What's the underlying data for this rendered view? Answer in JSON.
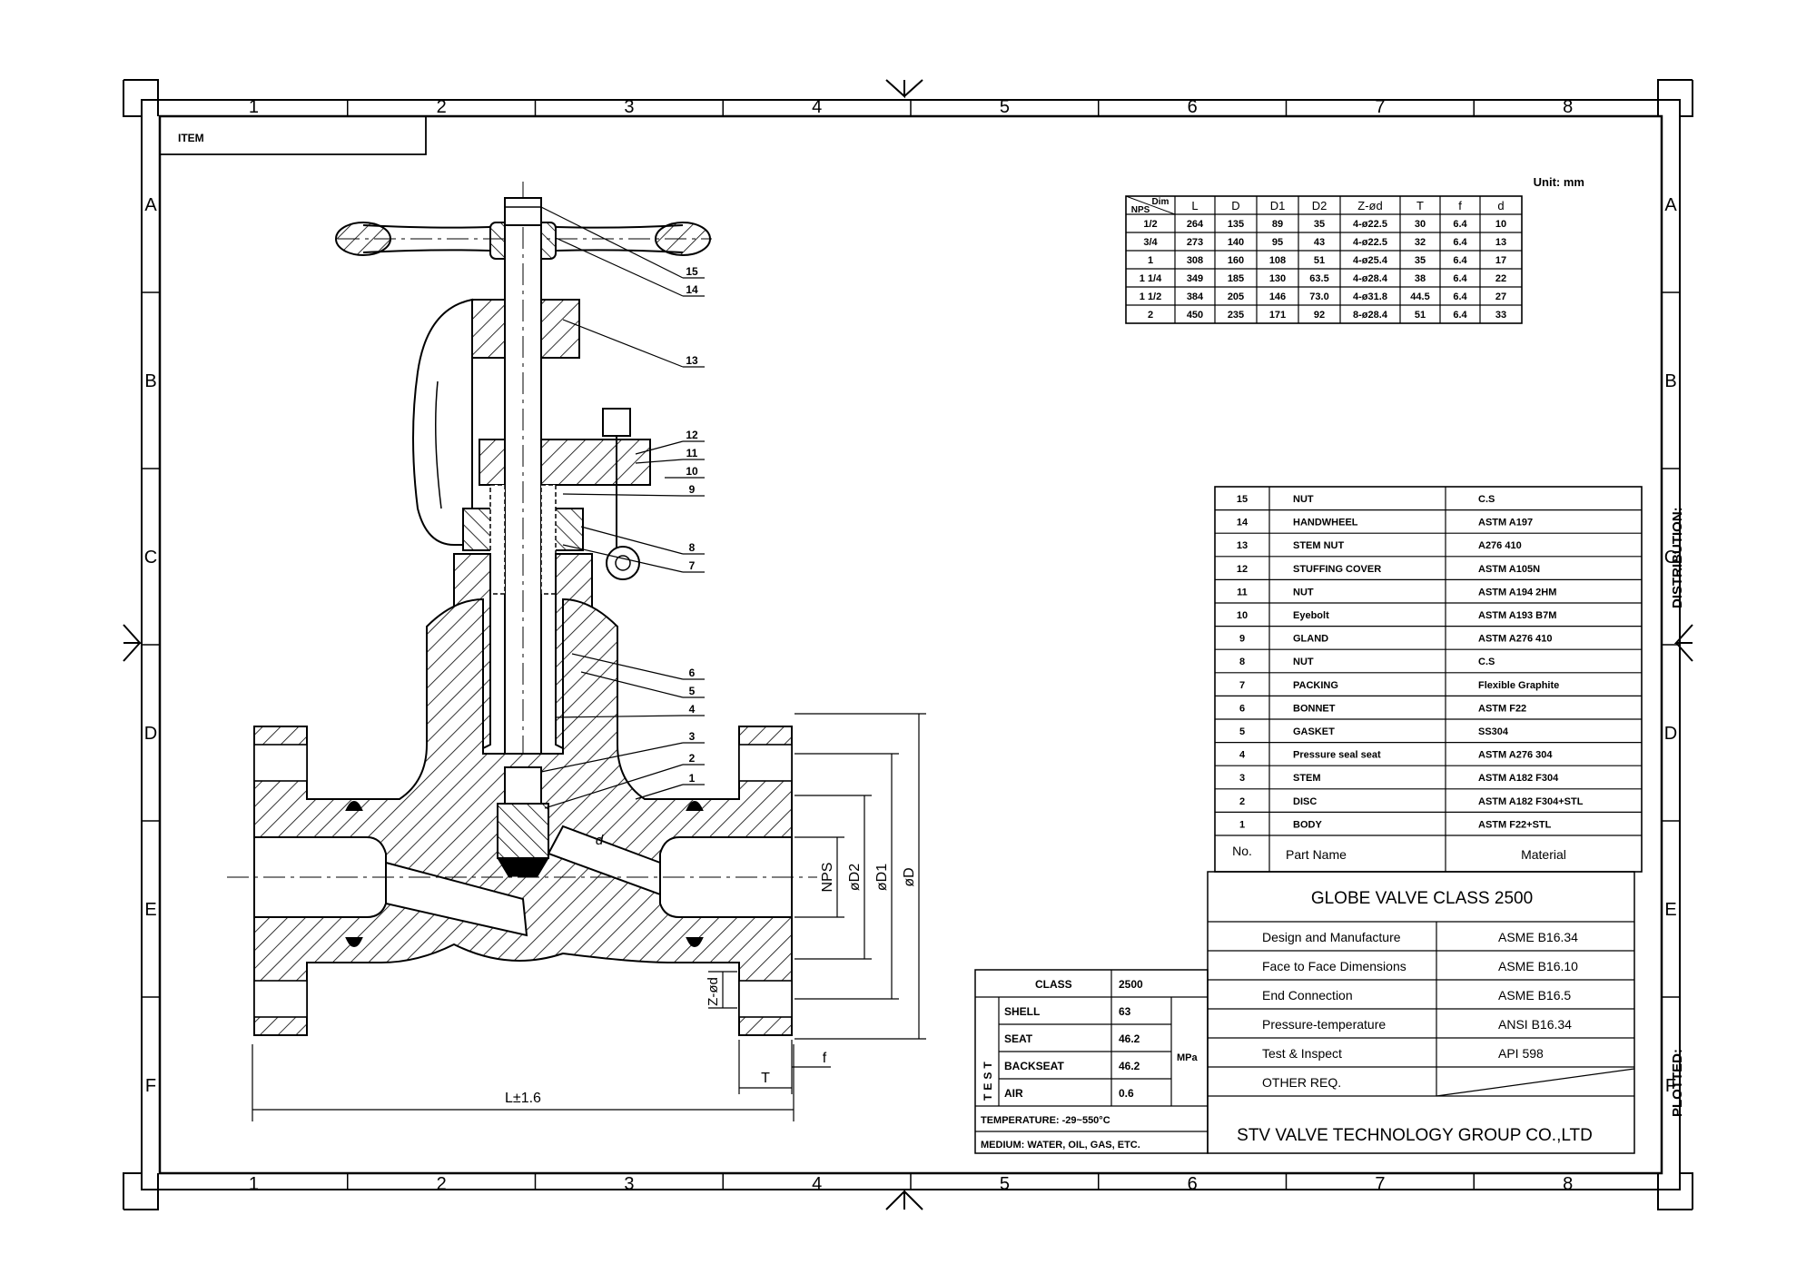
{
  "frame": {
    "columns": [
      "1",
      "2",
      "3",
      "4",
      "5",
      "6",
      "7",
      "8"
    ],
    "rows": [
      "A",
      "B",
      "C",
      "D",
      "E",
      "F"
    ],
    "side_labels": {
      "distribution": "DISTRIBUTION:",
      "plotted": "PLOTTED:"
    }
  },
  "item_box": {
    "label": "ITEM"
  },
  "dimension_table": {
    "unit": "Unit: mm",
    "corner_top": "Dim",
    "corner_bottom": "NPS",
    "headers": [
      "L",
      "D",
      "D1",
      "D2",
      "Z-ød",
      "T",
      "f",
      "d"
    ],
    "rows": [
      [
        "1/2",
        "264",
        "135",
        "89",
        "35",
        "4-ø22.5",
        "30",
        "6.4",
        "10"
      ],
      [
        "3/4",
        "273",
        "140",
        "95",
        "43",
        "4-ø22.5",
        "32",
        "6.4",
        "13"
      ],
      [
        "1",
        "308",
        "160",
        "108",
        "51",
        "4-ø25.4",
        "35",
        "6.4",
        "17"
      ],
      [
        "1 1/4",
        "349",
        "185",
        "130",
        "63.5",
        "4-ø28.4",
        "38",
        "6.4",
        "22"
      ],
      [
        "1 1/2",
        "384",
        "205",
        "146",
        "73.0",
        "4-ø31.8",
        "44.5",
        "6.4",
        "27"
      ],
      [
        "2",
        "450",
        "235",
        "171",
        "92",
        "8-ø28.4",
        "51",
        "6.4",
        "33"
      ]
    ]
  },
  "parts_list": {
    "header": {
      "no": "No.",
      "name": "Part Name",
      "material": "Material"
    },
    "items": [
      {
        "no": "15",
        "name": "NUT",
        "material": "C.S"
      },
      {
        "no": "14",
        "name": "HANDWHEEL",
        "material": "ASTM A197"
      },
      {
        "no": "13",
        "name": "STEM NUT",
        "material": "A276 410"
      },
      {
        "no": "12",
        "name": "STUFFING COVER",
        "material": "ASTM A105N"
      },
      {
        "no": "11",
        "name": "NUT",
        "material": "ASTM A194 2HM"
      },
      {
        "no": "10",
        "name": "Eyebolt",
        "material": "ASTM A193 B7M"
      },
      {
        "no": "9",
        "name": "GLAND",
        "material": "ASTM A276 410"
      },
      {
        "no": "8",
        "name": "NUT",
        "material": "C.S"
      },
      {
        "no": "7",
        "name": "PACKING",
        "material": "Flexible Graphite"
      },
      {
        "no": "6",
        "name": "BONNET",
        "material": "ASTM F22"
      },
      {
        "no": "5",
        "name": "GASKET",
        "material": "SS304"
      },
      {
        "no": "4",
        "name": "Pressure seal seat",
        "material": "ASTM A276 304"
      },
      {
        "no": "3",
        "name": "STEM",
        "material": "ASTM A182 F304"
      },
      {
        "no": "2",
        "name": "DISC",
        "material": "ASTM A182 F304+STL"
      },
      {
        "no": "1",
        "name": "BODY",
        "material": "ASTM F22+STL"
      }
    ]
  },
  "title_block": {
    "title": "GLOBE VALVE CLASS 2500",
    "specs": [
      {
        "label": "Design and Manufacture",
        "value": "ASME B16.34"
      },
      {
        "label": "Face to Face Dimensions",
        "value": "ASME B16.10"
      },
      {
        "label": "End Connection",
        "value": "ASME B16.5"
      },
      {
        "label": "Pressure-temperature",
        "value": "ANSI B16.34"
      },
      {
        "label": "Test & Inspect",
        "value": "API 598"
      },
      {
        "label": "OTHER REQ.",
        "value": ""
      }
    ],
    "company": "STV VALVE TECHNOLOGY GROUP CO.,LTD"
  },
  "test_table": {
    "class_label": "CLASS",
    "class_value": "2500",
    "test_label": "TEST",
    "unit": "MPa",
    "rows": [
      {
        "label": "SHELL",
        "value": "63"
      },
      {
        "label": "SEAT",
        "value": "46.2"
      },
      {
        "label": "BACKSEAT",
        "value": "46.2"
      },
      {
        "label": "AIR",
        "value": "0.6"
      }
    ],
    "temperature": "TEMPERATURE: -29~550°C",
    "medium": "MEDIUM: WATER, OIL, GAS, ETC."
  },
  "drawing": {
    "callouts": [
      "15",
      "14",
      "13",
      "12",
      "11",
      "10",
      "9",
      "8",
      "7",
      "6",
      "5",
      "4",
      "3",
      "2",
      "1"
    ],
    "dims": {
      "L": "L±1.6",
      "NPS": "NPS",
      "D2": "øD2",
      "D1": "øD1",
      "D": "øD",
      "Zd": "Z-ød",
      "T": "T",
      "f": "f",
      "d": "d"
    }
  }
}
